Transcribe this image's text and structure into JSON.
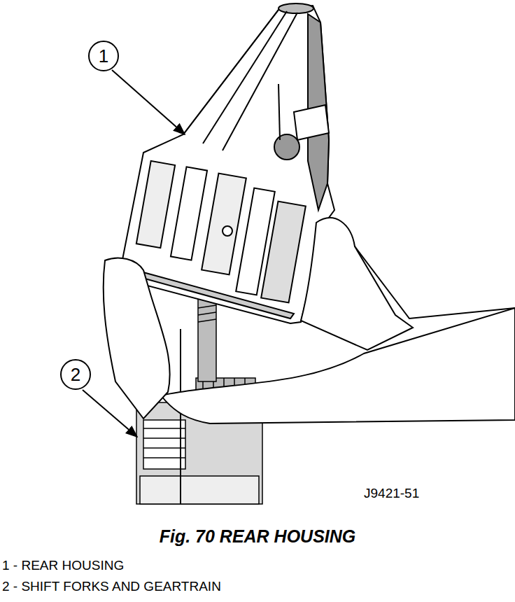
{
  "diagram": {
    "caption": "Fig. 70 REAR HOUSING",
    "nodes": [
      {
        "text": [
          "1"
        ]
      },
      {
        "text": [
          "2"
        ]
      }
    ],
    "labels": [
      "J9421-51",
      "1 - REAR HOUSING",
      "2 - SHIFT FORKS AND GEARTRAIN"
    ]
  }
}
